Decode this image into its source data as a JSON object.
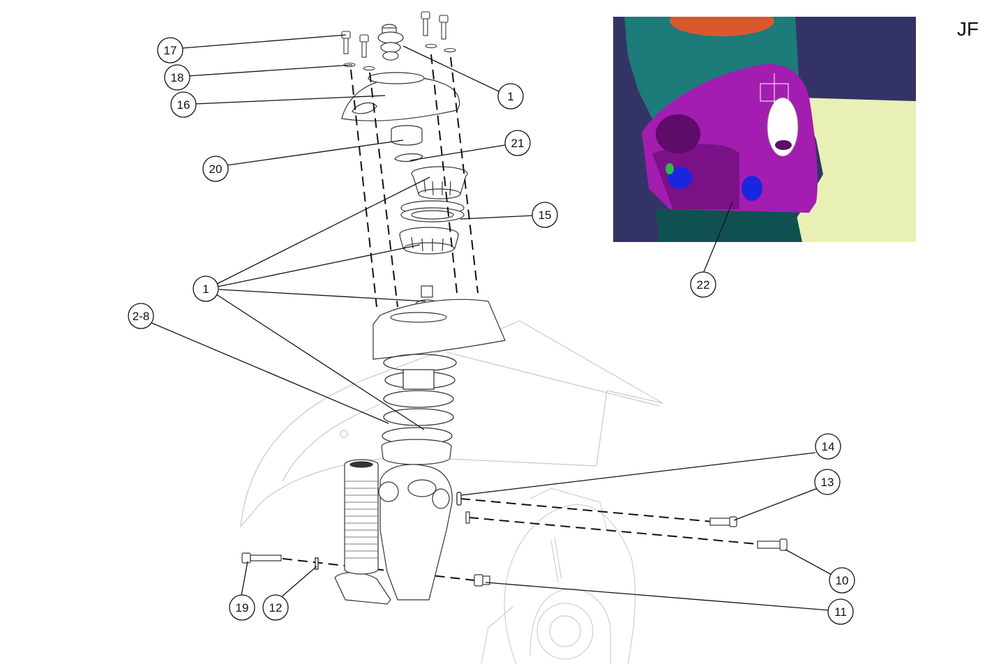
{
  "corner_tag": "JF",
  "callouts": [
    "17",
    "18",
    "16",
    "1",
    "20",
    "21",
    "15",
    "1",
    "2-8",
    "22",
    "14",
    "13",
    "10",
    "11",
    "19",
    "12"
  ],
  "inset": {
    "colors": {
      "background": "#343366",
      "housing": "#a31db0",
      "housing_shadow": "#7a1187",
      "strut": "#1d7b7a",
      "strut_dark": "#0f5150",
      "bracket": "#e9f0b6",
      "seal": "#d9582e",
      "bolt_blue": "#1b25e0",
      "bolt_green": "#2fb84a"
    }
  }
}
